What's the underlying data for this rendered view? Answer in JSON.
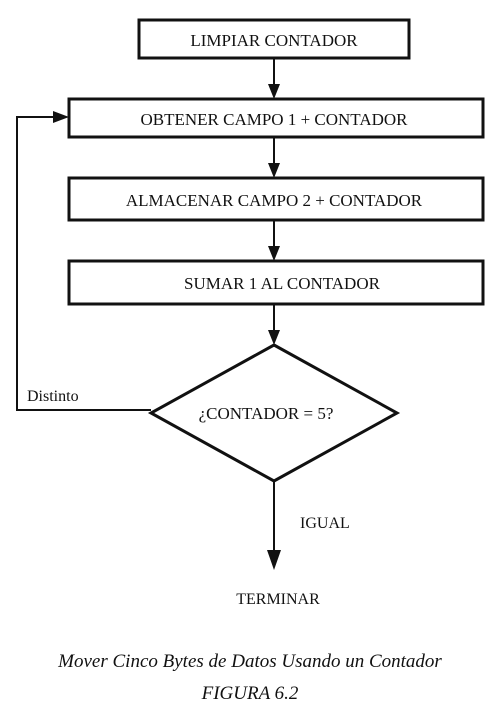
{
  "diagram": {
    "steps": [
      "LIMPIAR CONTADOR",
      "OBTENER CAMPO 1 + CONTADOR",
      "ALMACENAR CAMPO 2 + CONTADOR",
      "SUMAR 1 AL CONTADOR"
    ],
    "decision": "¿CONTADOR = 5?",
    "loop_label": "Distinto",
    "exit_label": "IGUAL",
    "end_label": "TERMINAR"
  },
  "caption": {
    "title": "Mover Cinco Bytes de Datos Usando un Contador",
    "figure": "FIGURA 6.2"
  }
}
